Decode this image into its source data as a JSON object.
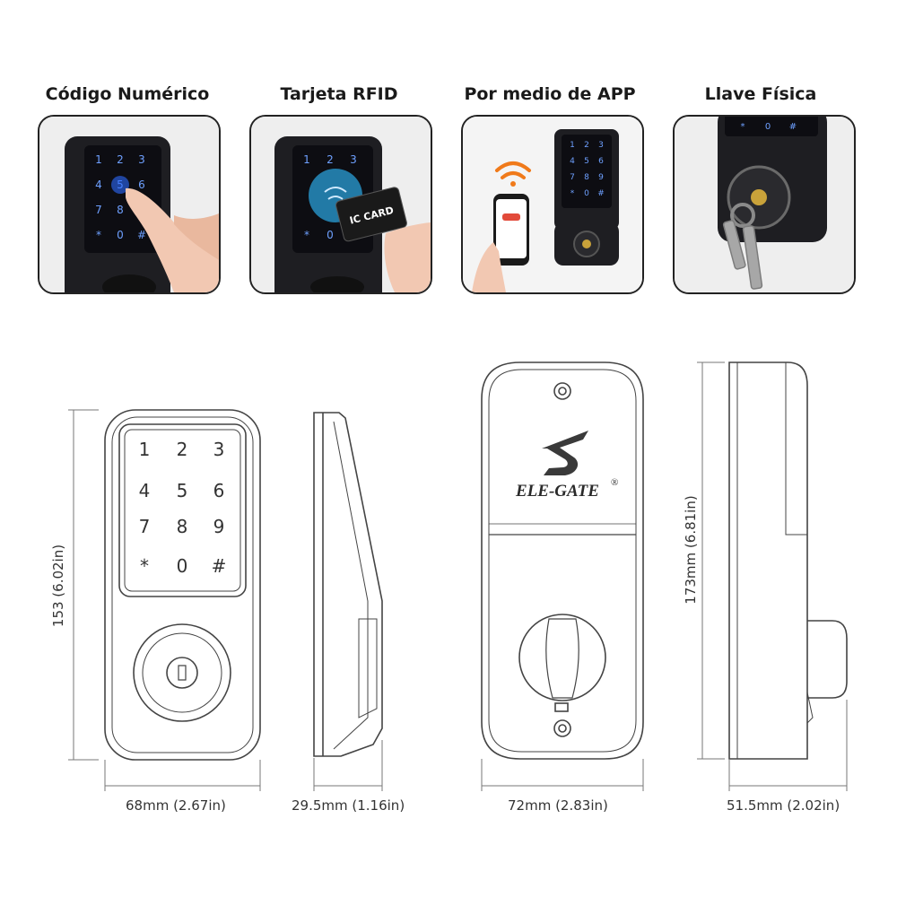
{
  "methods": [
    {
      "label": "Código Numérico"
    },
    {
      "label": "Tarjeta RFID"
    },
    {
      "label": "Por medio de APP"
    },
    {
      "label": "Llave Física"
    }
  ],
  "keypad": {
    "keys": [
      "1",
      "2",
      "3",
      "4",
      "5",
      "6",
      "7",
      "8",
      "9",
      "*",
      "0",
      "#"
    ],
    "card_text": "IC CARD"
  },
  "brand": {
    "name": "ELE-GATE",
    "mark": "®"
  },
  "dimensions": {
    "front_height": "153 (6.02in)",
    "front_width": "68mm (2.67in)",
    "side_depth": "29.5mm (1.16in)",
    "back_width": "72mm (2.83in)",
    "back_height": "173mm (6.81in)",
    "back_depth": "51.5mm (2.02in)"
  },
  "colors": {
    "outline": "#444444",
    "lock_body": "#1e1e22",
    "key_glow": "#3a7bff",
    "wifi": "#f07a1a"
  }
}
